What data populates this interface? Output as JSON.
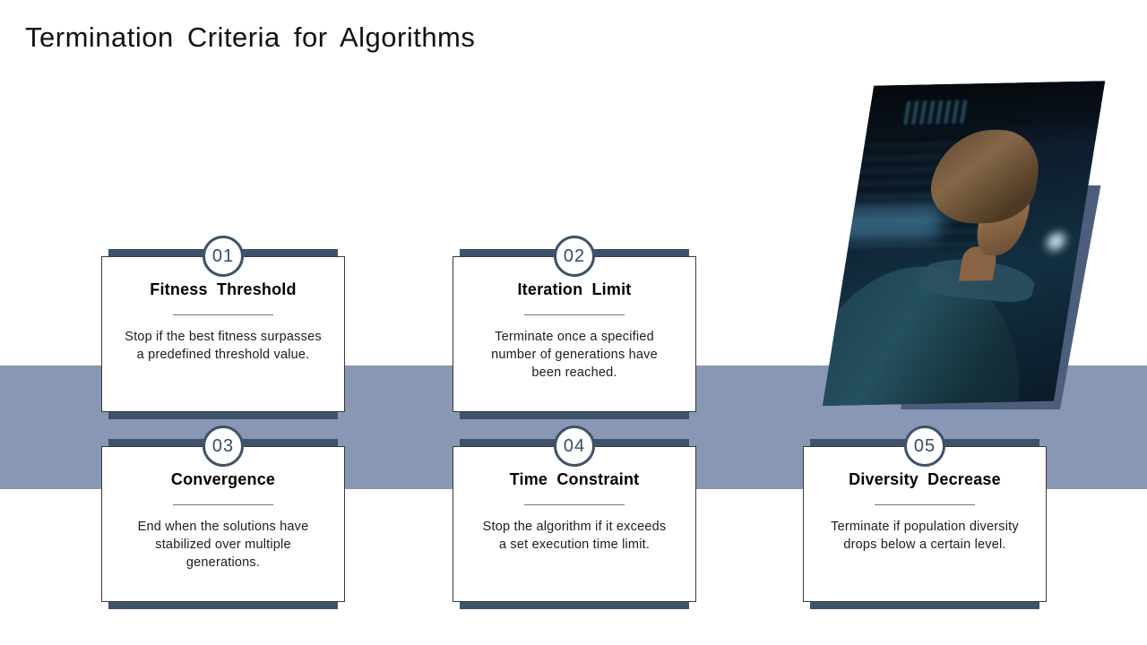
{
  "slide": {
    "title": "Termination Criteria for Algorithms",
    "cards": [
      {
        "number": "01",
        "title": "Fitness Threshold",
        "description": "Stop if the best fitness surpasses\na predefined threshold value."
      },
      {
        "number": "02",
        "title": "Iteration Limit",
        "description": "Terminate once a specified\nnumber of generations have\nbeen reached."
      },
      {
        "number": "03",
        "title": "Convergence",
        "description": "End when the solutions have\nstabilized over multiple\ngenerations."
      },
      {
        "number": "04",
        "title": "Time Constraint",
        "description": "Stop the algorithm if it exceeds\na set execution time limit."
      },
      {
        "number": "05",
        "title": "Diversity Decrease",
        "description": "Terminate if population diversity\ndrops below a certain level."
      }
    ],
    "photo": {
      "name": "man-back-view-dark-server-room-photo"
    },
    "colors": {
      "accent": "#3e5269",
      "band": "#8797b4",
      "photo_shadow": "#4d5e7c",
      "card_border": "#3a3a3a",
      "number_text": "#3d4b5c",
      "body_text": "#1c1c1c",
      "title_text": "#111111"
    }
  }
}
